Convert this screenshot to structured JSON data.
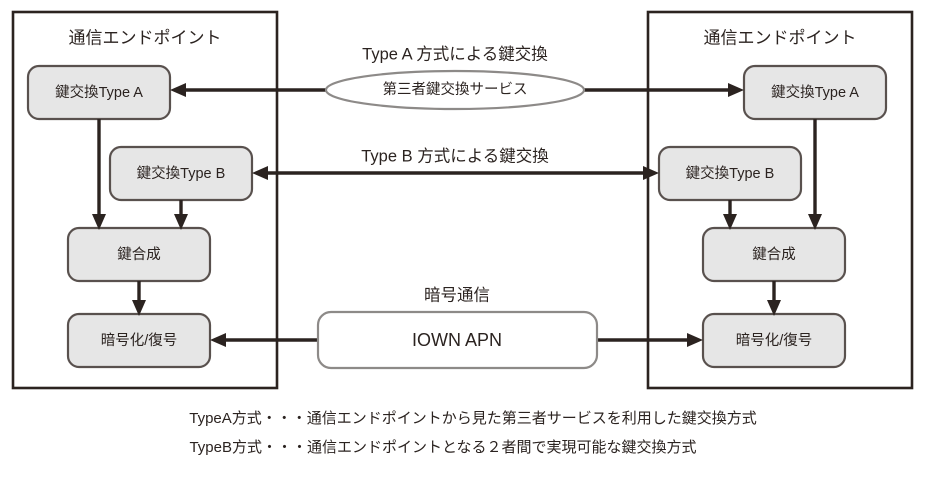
{
  "diagram": {
    "endpoints": {
      "left": {
        "title": "通信エンドポイント",
        "nodes": {
          "key_exchange_a": "鍵交換Type A",
          "key_exchange_b": "鍵交換Type B",
          "key_synthesis": "鍵合成",
          "encrypt_decrypt": "暗号化/復号"
        }
      },
      "right": {
        "title": "通信エンドポイント",
        "nodes": {
          "key_exchange_a": "鍵交換Type A",
          "key_exchange_b": "鍵交換Type B",
          "key_synthesis": "鍵合成",
          "encrypt_decrypt": "暗号化/復号"
        }
      }
    },
    "channels": {
      "type_a": {
        "label": "Type A 方式による鍵交換",
        "service_node": "第三者鍵交換サービス"
      },
      "type_b": {
        "label": "Type B 方式による鍵交換"
      },
      "encrypted": {
        "label": "暗号通信",
        "transport_node": "IOWN APN"
      }
    },
    "legend": [
      "TypeA方式・・・通信エンドポイントから見た第三者サービスを利用した鍵交換方式",
      "TypeB方式・・・通信エンドポイントとなる２者間で実現可能な鍵交換方式"
    ],
    "colors": {
      "ink": "#2b2320",
      "node_fill": "#e6e6e6",
      "node_stroke": "#59514e",
      "soft_stroke": "#8d8a88",
      "background": "#ffffff"
    }
  }
}
